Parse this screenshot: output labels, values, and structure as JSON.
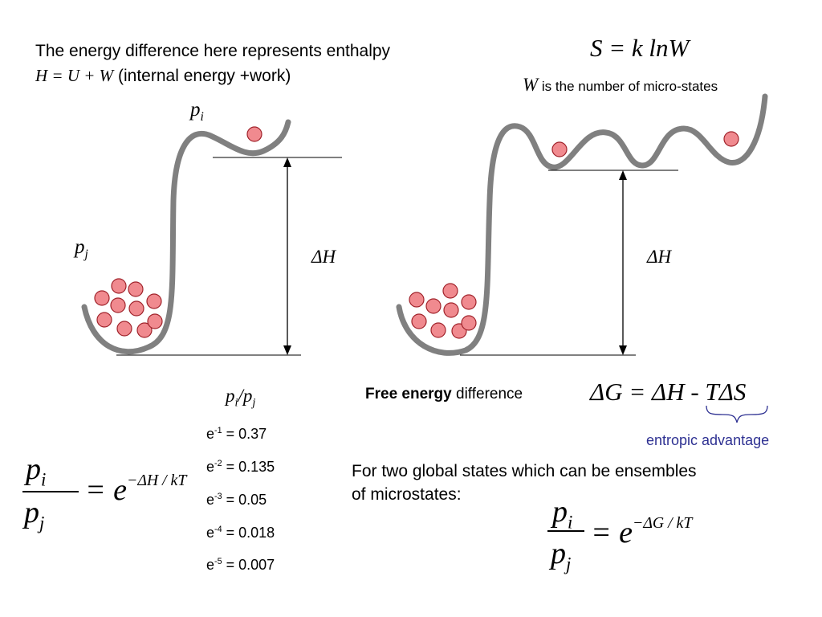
{
  "header_left": {
    "line1": "The energy difference here represents enthalpy",
    "line2_formula": "H = U + W",
    "line2_text": " (internal energy +work)"
  },
  "header_right": {
    "formula": "S = k lnW",
    "W": "W",
    "desc": " is the number of micro-states"
  },
  "labels": {
    "p": "p",
    "sub_i": "i",
    "sub_j": "j",
    "delta_h": "ΔH"
  },
  "ratio": {
    "heading_p": "p",
    "heading_sep": "/p",
    "rows": [
      {
        "base": "e",
        "exp": "-1",
        "value": " = 0.37"
      },
      {
        "base": "e",
        "exp": "-2",
        "value": " = 0.135"
      },
      {
        "base": "e",
        "exp": "-3",
        "value": " = 0.05"
      },
      {
        "base": "e",
        "exp": "-4",
        "value": " = 0.018"
      },
      {
        "base": "e",
        "exp": "-5",
        "value": " = 0.007"
      }
    ]
  },
  "eq_left": {
    "rhs_base": "= e",
    "rhs_exp": "−ΔH / kT"
  },
  "free_energy": {
    "bold": "Free energy",
    "text": " difference",
    "formula": "ΔG = ΔH - TΔS",
    "annotation": "entropic advantage"
  },
  "global_states": {
    "line1": "For two global states which can be ensembles",
    "line2": "of microstates:"
  },
  "eq_right": {
    "rhs_base": "= e",
    "rhs_exp": "−ΔG / kT"
  },
  "colors": {
    "curve": "#808080",
    "ball_fill": "#f08a8f",
    "ball_stroke": "#a0222a",
    "annotation": "#2e3192"
  }
}
